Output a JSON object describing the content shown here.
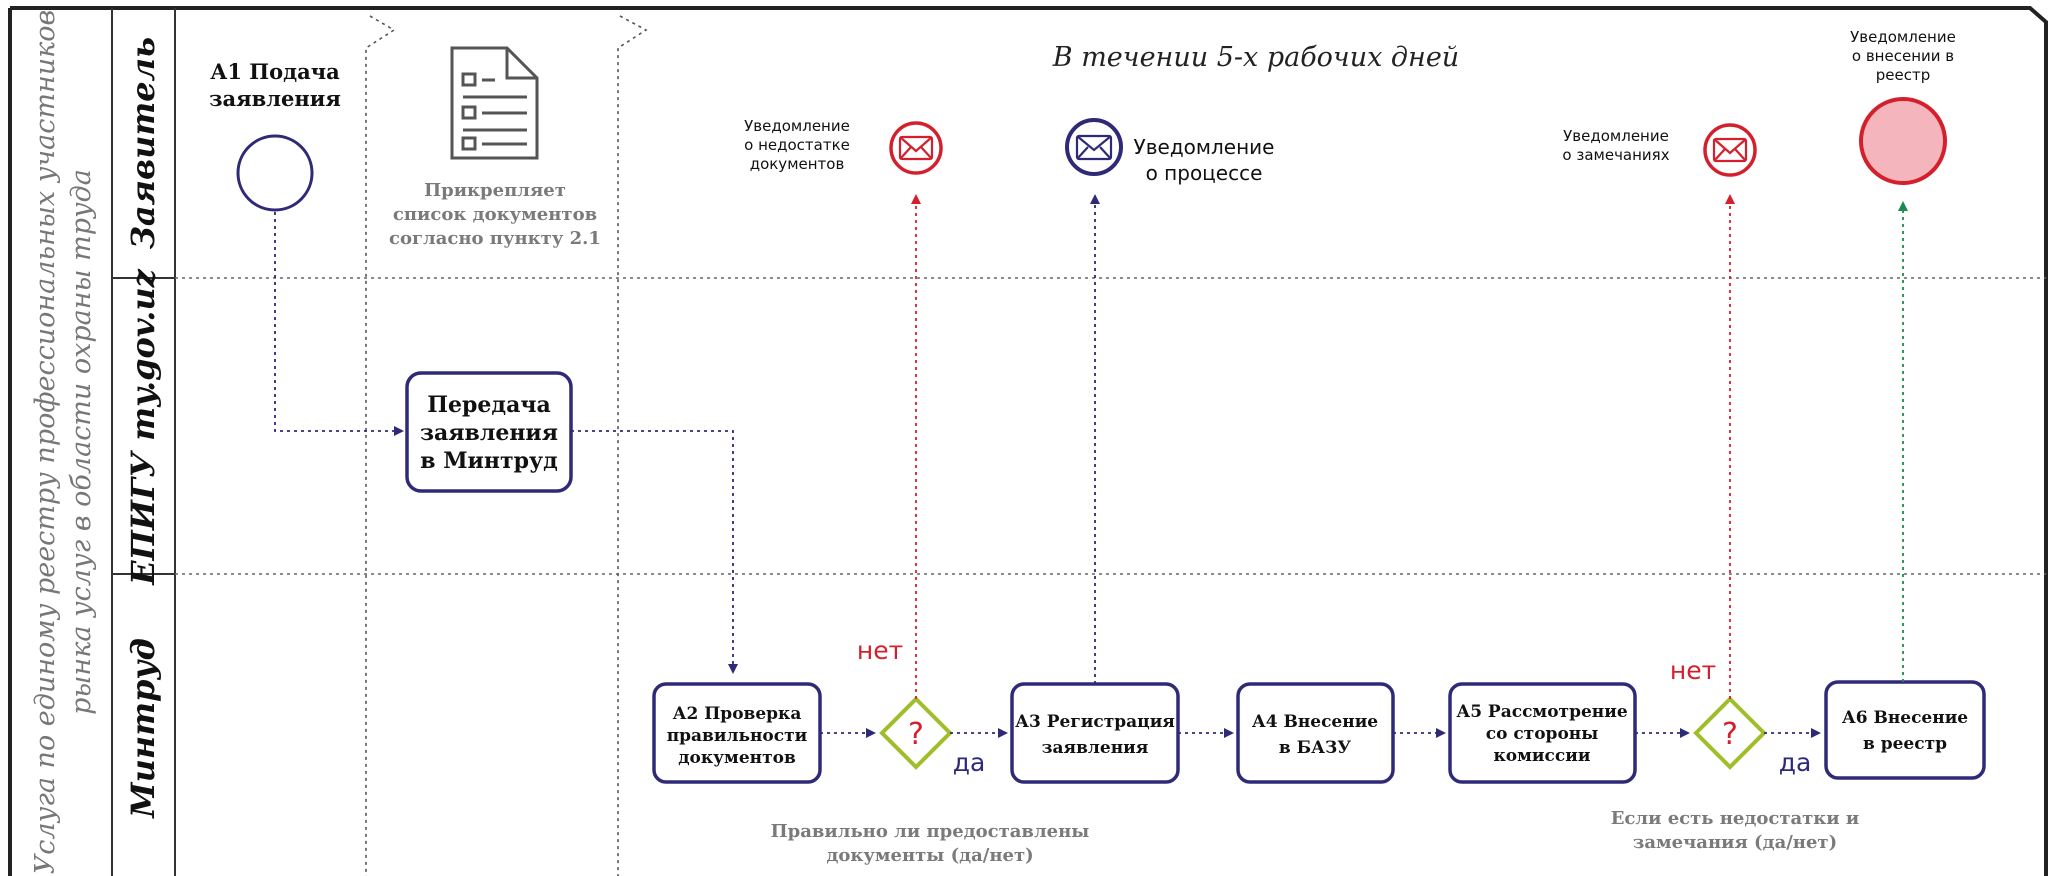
{
  "pool": {
    "title_line1": "Услуга по единому реестру профессиональных участников",
    "title_line2": "рынка услуг в области охраны труда"
  },
  "lanes": {
    "applicant": "Заявитель",
    "epigu": "ЕПИГУ my.gov.uz",
    "mintrud": "Минтруд"
  },
  "header_note": "В течении 5-х рабочих дней",
  "events": {
    "start_label_line1": "А1 Подача",
    "start_label_line2": "заявления",
    "attach_line1": "Прикрепляет",
    "attach_line2": "список документов",
    "attach_line3": "согласно пункту 2.1",
    "notify_missing_line1": "Уведомление",
    "notify_missing_line2": "о недостатке",
    "notify_missing_line3": "документов",
    "notify_process_line1": "Уведомление",
    "notify_process_line2": "о процессе",
    "notify_remarks_line1": "Уведомление",
    "notify_remarks_line2": "о замечаниях",
    "notify_registry_line1": "Уведомление",
    "notify_registry_line2": "о внесении в",
    "notify_registry_line3": "реестр"
  },
  "tasks": {
    "transfer_line1": "Передача",
    "transfer_line2": "заявления",
    "transfer_line3": "в Минтруд",
    "a2_line1": "А2 Проверка",
    "a2_line2": "правильности",
    "a2_line3": "документов",
    "a3_line1": "А3 Регистрация",
    "a3_line2": "заявления",
    "a4_line1": "А4 Внесение",
    "a4_line2": "в БАЗУ",
    "a5_line1": "А5 Рассмотрение",
    "a5_line2": "со стороны",
    "a5_line3": "комиссии",
    "a6_line1": "А6 Внесение",
    "a6_line2": "в реестр"
  },
  "gateways": {
    "symbol": "?",
    "no_label": "нет",
    "yes_label": "да",
    "g1_caption_line1": "Правильно ли предоставлены",
    "g1_caption_line2": "документы (да/нет)",
    "g2_caption_line1": "Если есть недостатки и",
    "g2_caption_line2": "замечания (да/нет)"
  },
  "colors": {
    "navy": "#2e2a78",
    "red": "#d4202c",
    "green": "#9fbe2a",
    "teal": "#1d8a4e",
    "pink_fill": "#f4b6bc",
    "gray_text": "#7a7a7a",
    "lane_line": "#666666"
  },
  "icons": [
    "document-list-icon",
    "envelope-icon"
  ]
}
